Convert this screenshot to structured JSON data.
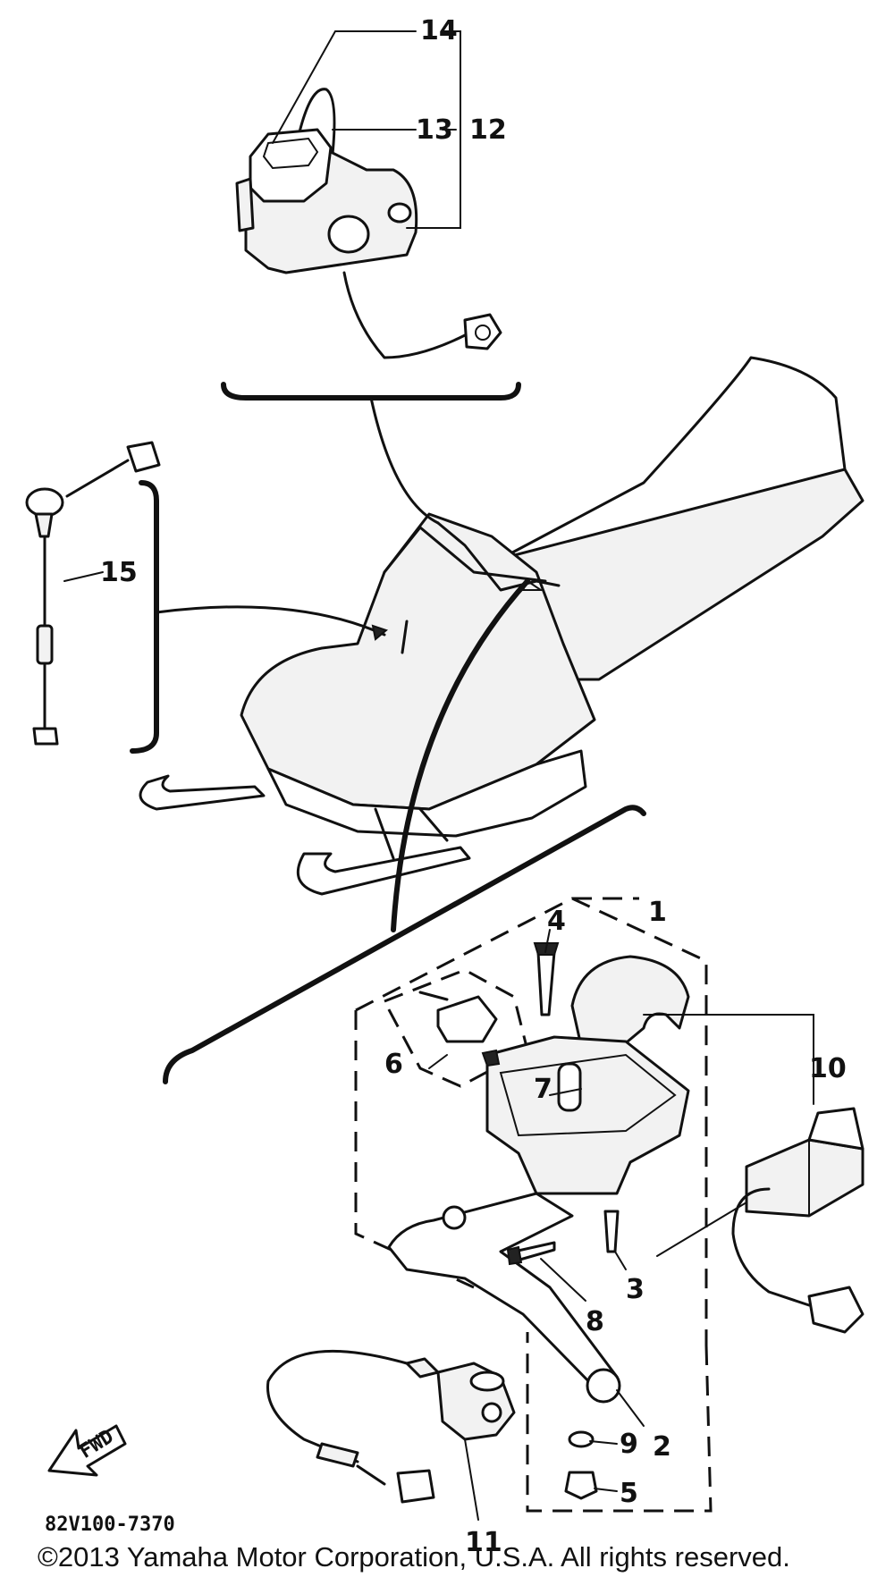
{
  "diagram": {
    "callouts": {
      "c1": "1",
      "c2": "2",
      "c3": "3",
      "c4": "4",
      "c5": "5",
      "c6": "6",
      "c7": "7",
      "c8": "8",
      "c9": "9",
      "c10": "10",
      "c11": "11",
      "c12": "12",
      "c13": "13",
      "c14": "14",
      "c15": "15"
    },
    "direction_label": "FWD",
    "reference_code": "82V100-7370"
  },
  "footer": {
    "copyright": "©2013 Yamaha Motor Corporation, U.S.A. All rights reserved."
  }
}
